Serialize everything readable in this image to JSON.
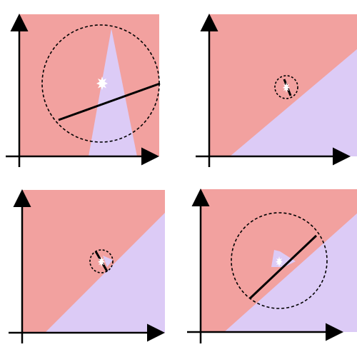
{
  "colors": {
    "class_a": "#f2a19f",
    "class_b": "#dccbf6",
    "axis": "#000000",
    "boundary": "#000000",
    "ball": "#000000",
    "point": "#ffffff"
  },
  "panels": [
    {
      "id": "top-left",
      "ball_radius_label": "large",
      "region_shape": "wedge"
    },
    {
      "id": "top-right",
      "ball_radius_label": "small",
      "region_shape": "half-plane"
    },
    {
      "id": "bottom-left",
      "ball_radius_label": "small",
      "region_shape": "half-plane"
    },
    {
      "id": "bottom-right",
      "ball_radius_label": "large",
      "region_shape": "half-plane-with-wedge"
    }
  ]
}
